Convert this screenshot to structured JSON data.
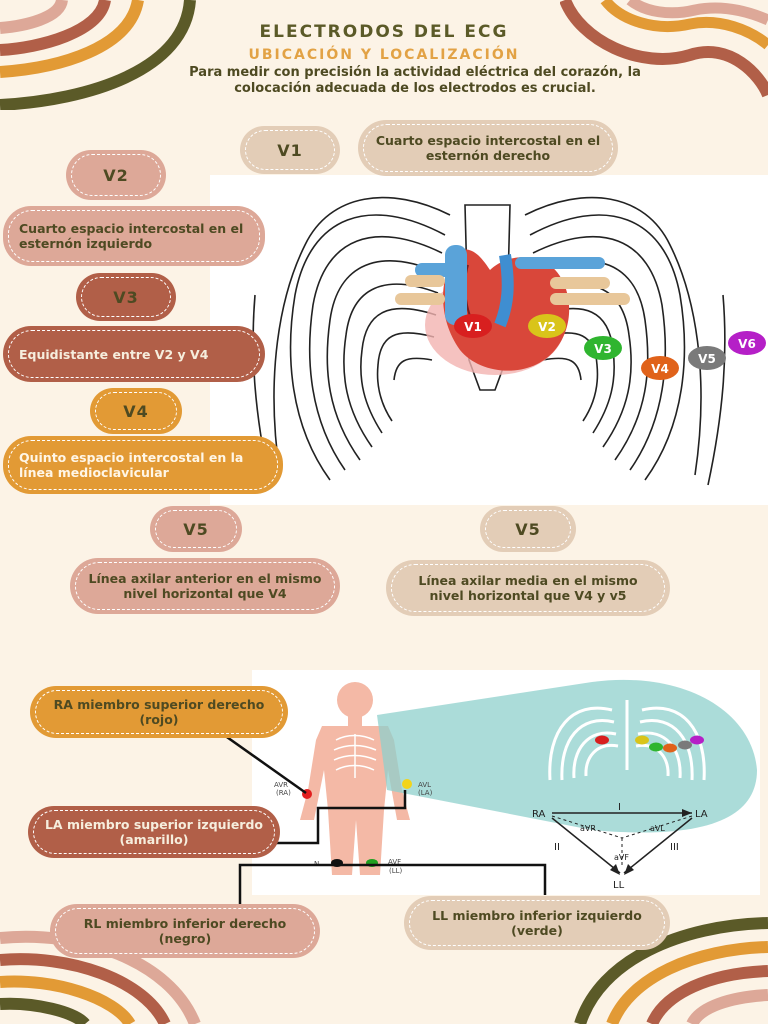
{
  "header": {
    "title": "ELECTRODOS DEL ECG",
    "subtitle": "UBICACIÓN Y LOCALIZACIÓN",
    "intro": "Para medir con precisión la actividad eléctrica del corazón, la colocación adecuada de los electrodos es crucial."
  },
  "precordial": {
    "v1": {
      "label": "V1",
      "text": "Cuarto espacio intercostal en el esternón derecho"
    },
    "v2": {
      "label": "V2",
      "text": "Cuarto espacio intercostal en el esternón izquierdo"
    },
    "v3": {
      "label": "V3",
      "text": "Equidistante entre V2 y V4"
    },
    "v4": {
      "label": "V4",
      "text": "Quinto espacio intercostal en la línea medioclavicular"
    },
    "v5a": {
      "label": "V5",
      "text": "Línea axilar anterior en el mismo nivel horizontal que V4"
    },
    "v5b": {
      "label": "V5",
      "text": "Línea axilar media en el mismo nivel horizontal que V4 y v5"
    }
  },
  "ribcage_markers": [
    "V1",
    "V2",
    "V3",
    "V4",
    "V5",
    "V6"
  ],
  "marker_colors": {
    "V1": "#d81f1f",
    "V2": "#d9c41a",
    "V3": "#2fb52f",
    "V4": "#e0621a",
    "V5": "#7a7a7a",
    "V6": "#b51fc7"
  },
  "limbs": {
    "ra": "RA miembro superior derecho (rojo)",
    "la": "LA miembro superior izquierdo (amarillo)",
    "rl": "RL miembro inferior derecho (negro)",
    "ll": "LL miembro inferior izquierdo (verde)"
  },
  "body_labels": {
    "avr": "AVR",
    "ra": "(RA)",
    "avl": "AVL",
    "la": "(LA)",
    "avf": "AVF",
    "ll": "(LL)",
    "n": "N"
  },
  "einthoven": {
    "ra": "RA",
    "la": "LA",
    "ll": "LL",
    "i": "I",
    "ii": "II",
    "iii": "III",
    "avr": "aVR",
    "avl": "aVL",
    "avf": "aVF"
  }
}
